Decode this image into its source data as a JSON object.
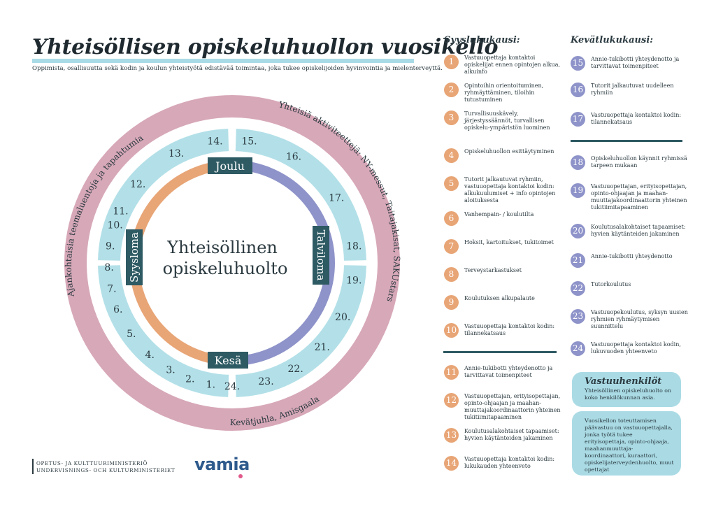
{
  "header": {
    "title": "Yhteisöllisen opiskeluhuollon vuosikello",
    "subtitle": "Oppimista, osallisuutta sekä kodin ja koulun yhteistyötä edistävää toimintaa, joka tukee opiskelijoiden hyvinvointia ja mielenterveyttä."
  },
  "wheel": {
    "center_line1": "Yhteisöllinen",
    "center_line2": "opiskeluhuolto",
    "season_labels": {
      "top": "Joulu",
      "bottom": "Kesä",
      "left": "Syysloma",
      "right": "Talviloma"
    },
    "outer_ring_texts": {
      "left": "Ajankohtaisia teemaluentoja ja tapahtumia",
      "right": "Yhteisiä aktiviteettejä: NY-messut, Taitajakisat, SAKUstars",
      "bottom": "Kevätjuhla, Amisgaala"
    },
    "week_numbers": [
      "1.",
      "2.",
      "3.",
      "4.",
      "5.",
      "6.",
      "7.",
      "8.",
      "9.",
      "10.",
      "11.",
      "12.",
      "13.",
      "14.",
      "15.",
      "16.",
      "17.",
      "18.",
      "19.",
      "20.",
      "21.",
      "22.",
      "23.",
      "24."
    ]
  },
  "autumn": {
    "heading": "Syyslukukausi:",
    "items": [
      {
        "n": "1",
        "text": "Vastuuopettaja kontaktoi opiskelijat ennen opintojen alkua, alkuinfo"
      },
      {
        "n": "2",
        "text": "Opintoihin orientoituminen, ryhmäyttäminen, tiloihin tutustuminen"
      },
      {
        "n": "3",
        "text": "Turvallisuuskävely, järjestyssäännöt, turvallisen opiskelu-ympäristön luominen"
      },
      {
        "n": "4",
        "text": "Opiskeluhuollon esittäytyminen"
      },
      {
        "n": "5",
        "text": "Tutorit jalkautuvat ryhmiin, vastuuopettaja kontaktoi kodin: alkukuulumiset + info opintojen aloituksesta"
      },
      {
        "n": "6",
        "text": "Vanhempain- / koulutilta"
      },
      {
        "n": "7",
        "text": "Hoksit, kartoitukset, tukitoimet"
      },
      {
        "n": "8",
        "text": "Terveystarkastukset"
      },
      {
        "n": "9",
        "text": "Koulutuksen alkupalaute"
      },
      {
        "n": "10",
        "text": "Vastuuopettaja kontaktoi kodin: tilannekatsaus"
      },
      {
        "n": "11",
        "text": "Annie-tukibotti yhteydenotto ja tarvittavat toimenpiteet"
      },
      {
        "n": "12",
        "text": "Vastuuopettajan, erityisopettajan, opinto-ohjaajan ja maahan-muuttajakoordinaattorin yhteinen tukitiimitapaaminen"
      },
      {
        "n": "13",
        "text": "Koulutusalakohtaiset tapaamiset: hyvien käytänteiden jakaminen"
      },
      {
        "n": "14",
        "text": "Vastuuopettaja kontaktoi kodin: lukukauden yhteenveto"
      }
    ]
  },
  "spring": {
    "heading": "Kevätlukukausi:",
    "items": [
      {
        "n": "15",
        "text": "Annie-tukibotti yhteydenotto ja tarvittavat toimenpiteet"
      },
      {
        "n": "16",
        "text": "Tutorit jalkautuvat uudelleen ryhmiin"
      },
      {
        "n": "17",
        "text": "Vastuuopettaja kontaktoi kodin: tilannekatsaus"
      },
      {
        "n": "18",
        "text": "Opiskeluhuollon käynnit ryhmissä tarpeen mukaan"
      },
      {
        "n": "19",
        "text": "Vastuuopettajan, erityisopettajan, opinto-ohjaajan ja maahan-muuttajakoordinaattorin yhteinen tukitiimitapaaminen"
      },
      {
        "n": "20",
        "text": "Koulutusalakohtaiset tapaamiset: hyvien käytänteiden jakaminen"
      },
      {
        "n": "21",
        "text": "Annie-tukibotti yhteydenotto"
      },
      {
        "n": "22",
        "text": "Tutorkoulutus"
      },
      {
        "n": "23",
        "text": "Vastuuopekoulutus, syksyn uusien ryhmien ryhmäytymisen suunnittelu"
      },
      {
        "n": "24",
        "text": "Vastuuopettaja kontaktoi kodin, lukuvuoden yhteenveto"
      }
    ]
  },
  "responsible": {
    "title": "Vastuuhenkilöt",
    "line": "Yhteisöllinen opiskeluhuolto on koko henkilökunnan asia.",
    "description": "Vuosikellon toteuttamisen päävastuu on vastuuopettajalla, jonka työtä tukee erityisopettaja, opinto-ohjaaja, maahanmuuttaja-koordinaattori, kuraattori, opiskelijaterveydenhuolto, muut opettajat"
  },
  "footer": {
    "ministry_line1": "OPETUS- JA KULTTUURIMINISTERIÖ",
    "ministry_line2": "UNDERVISNINGS- OCH KULTURMINISTERIET",
    "logo_text": "vamia"
  },
  "colors": {
    "outer_ring": "#d7a8b8",
    "week_ring": "#b3e0e8",
    "autumn_arc": "#e8a576",
    "spring_arc": "#8e93c9",
    "label_tag": "#2e5a63",
    "accent_underline": "#a9dbe6"
  }
}
